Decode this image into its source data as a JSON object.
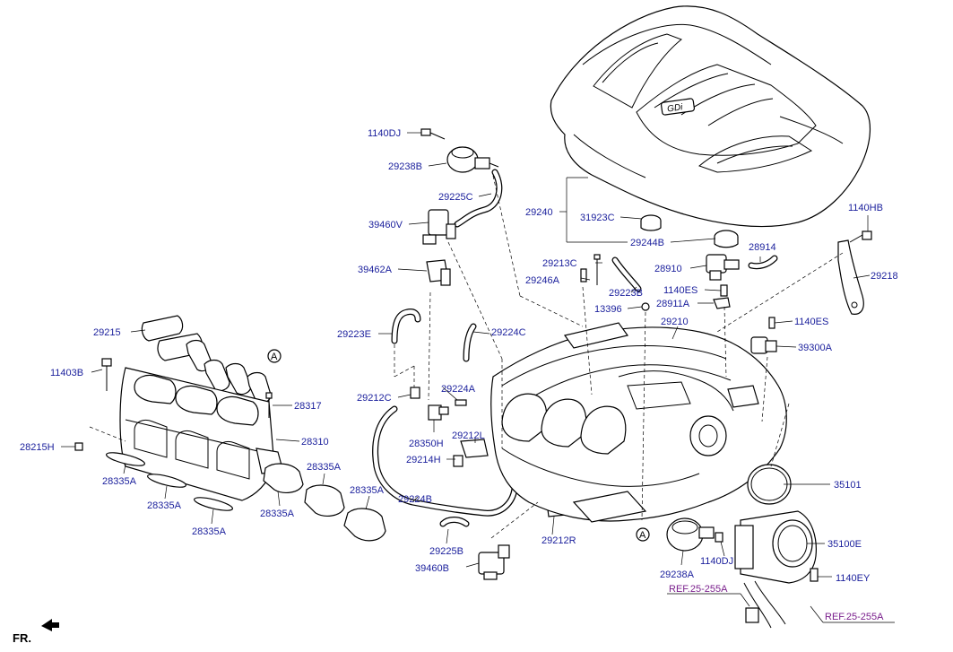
{
  "labels": {
    "p1140DJ_top": "1140DJ",
    "p29238B": "29238B",
    "p29225C": "29225C",
    "p39460V": "39460V",
    "p39462A": "39462A",
    "p29240": "29240",
    "p31923C": "31923C",
    "p29244B": "29244B",
    "p1140HB": "1140HB",
    "p28914": "28914",
    "p29213C": "29213C",
    "p28910": "28910",
    "p29218": "29218",
    "p29246A": "29246A",
    "p29223B": "29223B",
    "p1140ES_a": "1140ES",
    "p28911A": "28911A",
    "p13396": "13396",
    "p29210": "29210",
    "p1140ES_b": "1140ES",
    "p39300A": "39300A",
    "p29215": "29215",
    "p29223E": "29223E",
    "p29224C": "29224C",
    "pA_left": "A",
    "p11403B": "11403B",
    "p28317": "28317",
    "p29212C": "29212C",
    "p29224A": "29224A",
    "p28350H": "28350H",
    "p29212L": "29212L",
    "p28215H": "28215H",
    "p28310": "28310",
    "p29214H": "29214H",
    "p28335A_1": "28335A",
    "p28335A_2": "28335A",
    "p28335A_3": "28335A",
    "p35101": "35101",
    "p28335A_4": "28335A",
    "p28335A_5": "28335A",
    "p28335A_6": "28335A",
    "p29224B": "29224B",
    "p29225B": "29225B",
    "p29212R": "29212R",
    "pA_right": "A",
    "p39460B": "39460B",
    "p35100E": "35100E",
    "p29238A": "29238A",
    "p1140DJ_b": "1140DJ",
    "p1140EY": "1140EY",
    "ref_1": "REF.25-255A",
    "ref_2": "REF.25-255A",
    "fr": "FR."
  },
  "cover_emblem": "GDi",
  "colors": {
    "label": "#1a1f9c",
    "ref": "#7a1f8c",
    "line": "#000000"
  }
}
